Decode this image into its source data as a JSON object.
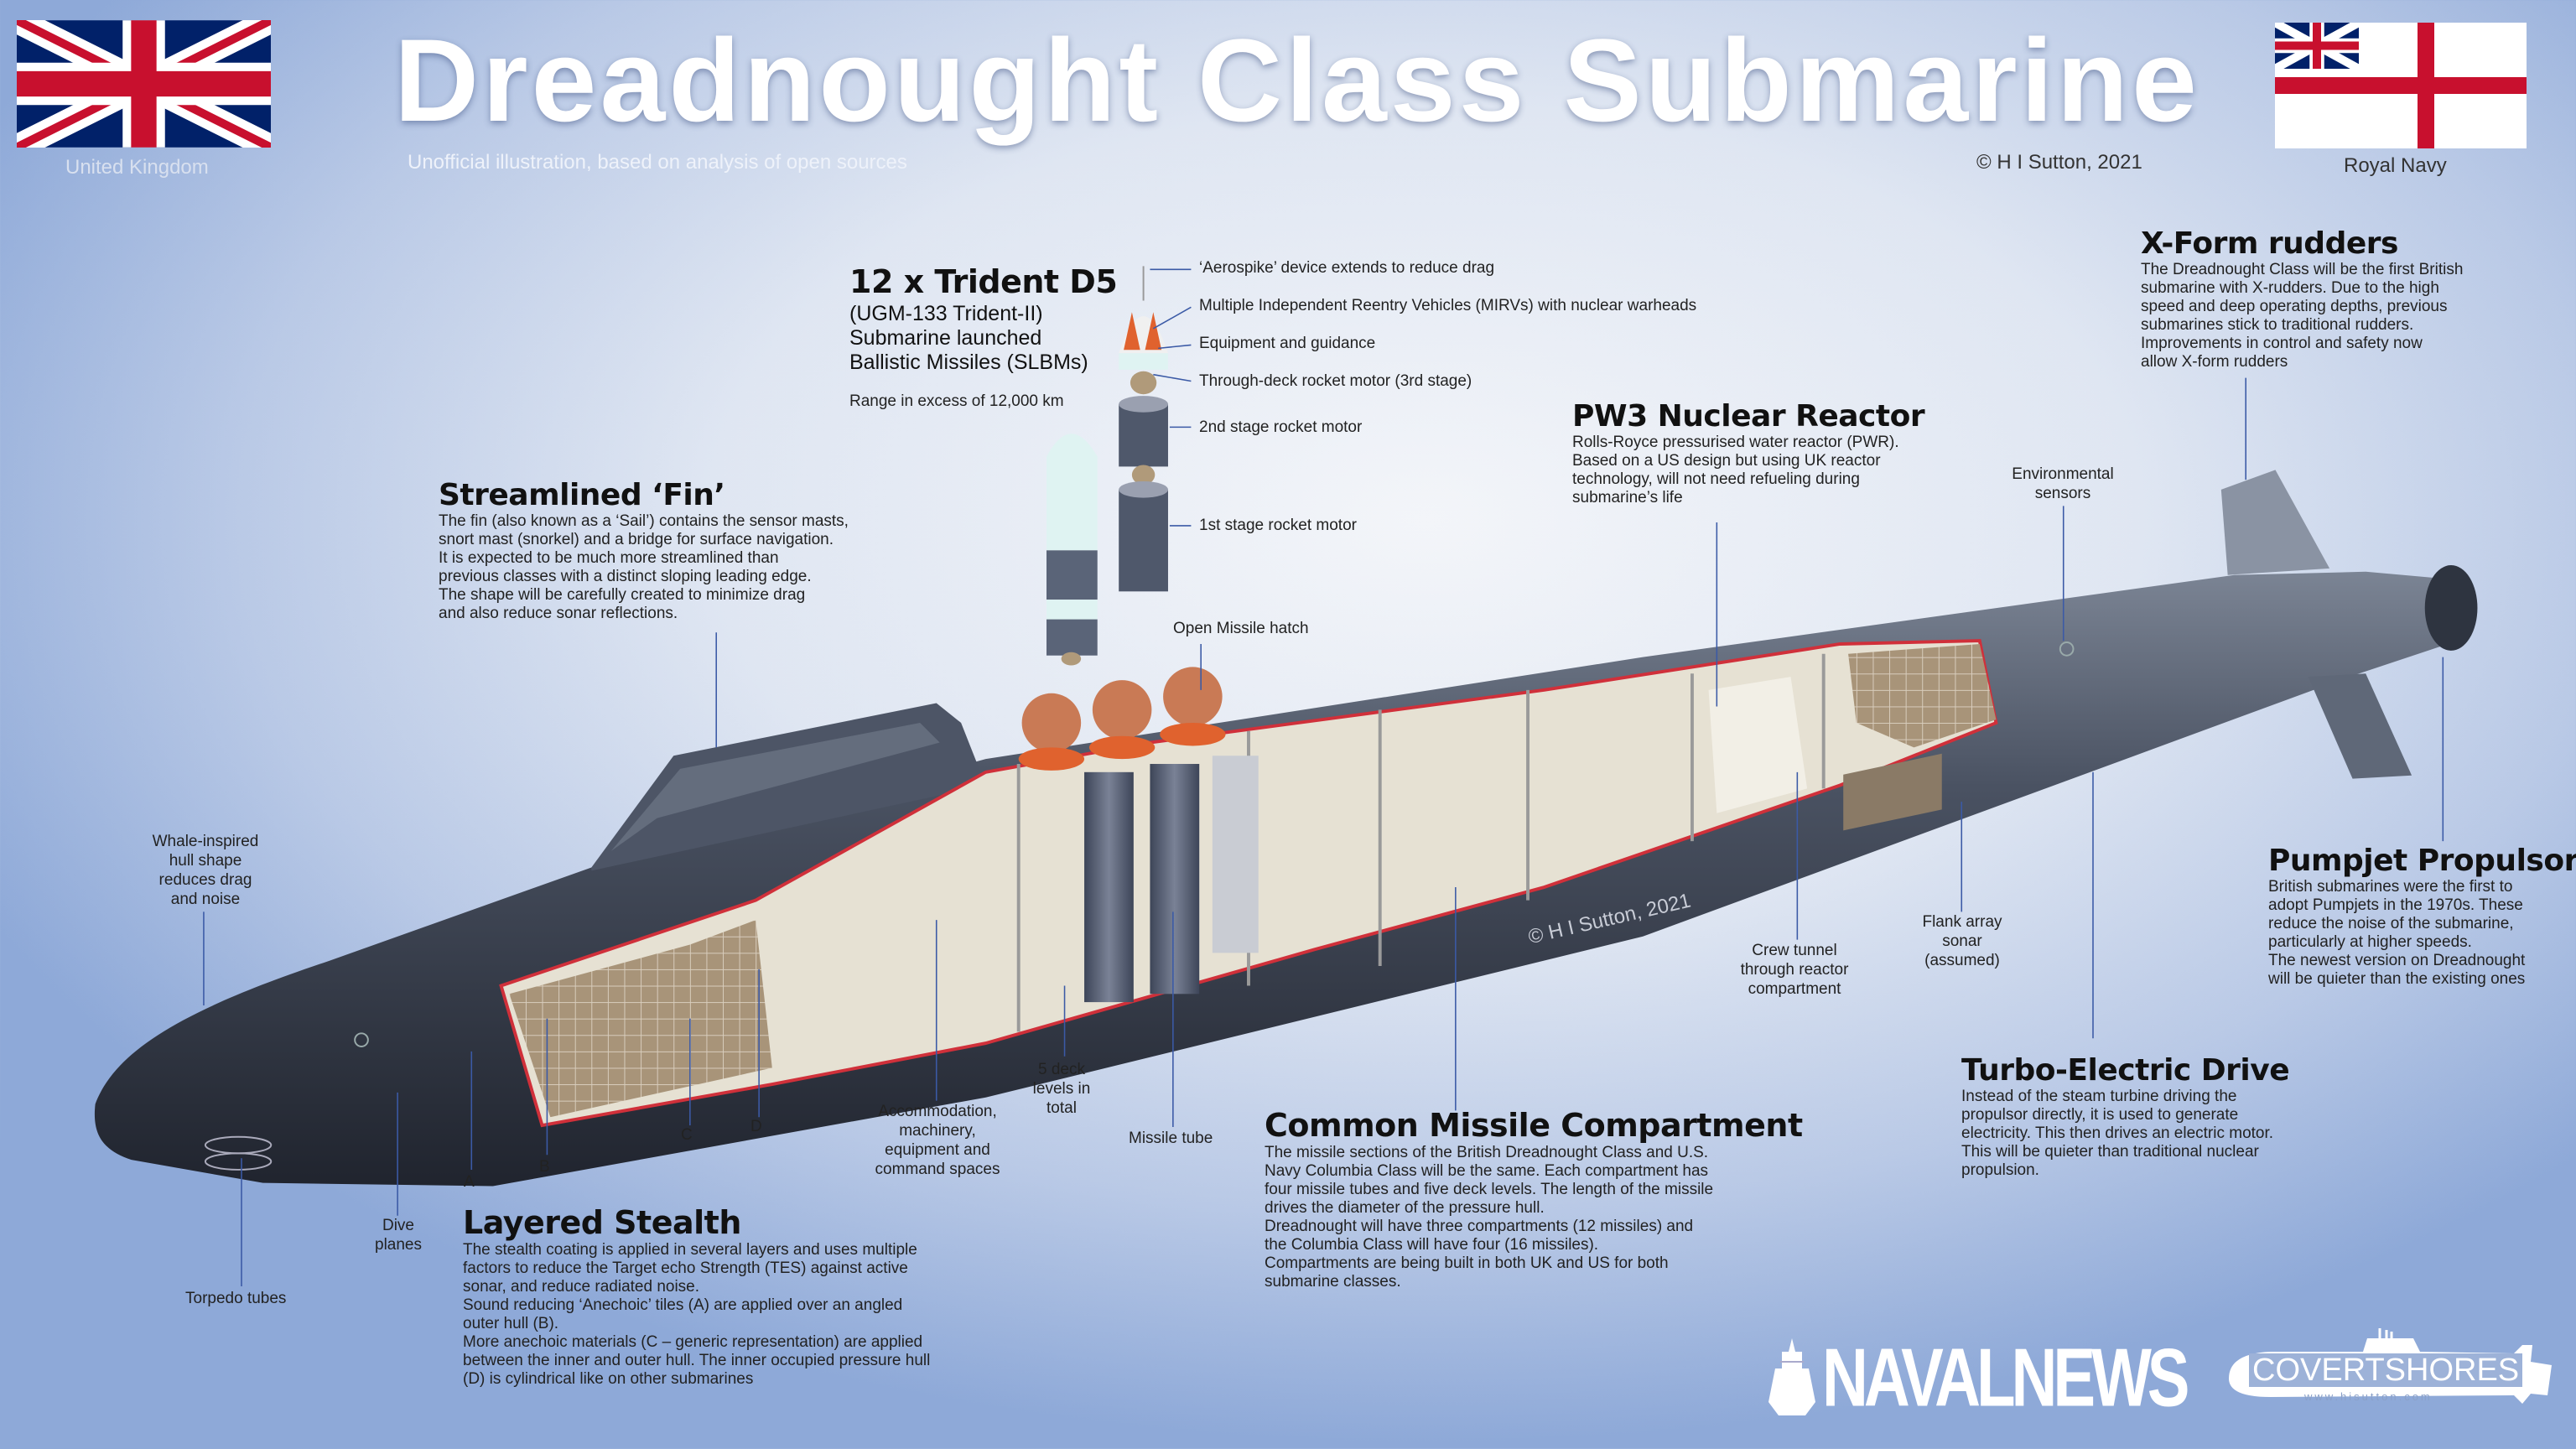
{
  "header": {
    "title": "Dreadnought Class Submarine",
    "subtitle": "Unofficial illustration, based on analysis of open sources",
    "copyright": "© H I Sutton, 2021"
  },
  "flags": {
    "left_caption": "United Kingdom",
    "right_caption": "Royal Navy"
  },
  "trident": {
    "heading": "12 x Trident D5",
    "lines": [
      "(UGM-133 Trident-II)",
      "Submarine launched",
      "Ballistic Missiles (SLBMs)"
    ],
    "range": "Range in excess of 12,000 km",
    "parts": [
      "‘Aerospike’ device extends to reduce drag",
      "Multiple Independent Reentry Vehicles (MIRVs) with nuclear warheads",
      "Equipment and guidance",
      "Through-deck rocket motor (3rd stage)",
      "2nd stage rocket motor",
      "1st stage rocket motor"
    ]
  },
  "fin": {
    "heading": "Streamlined ‘Fin’",
    "lines": [
      "The fin (also known as a ‘Sail’) contains the sensor masts,",
      "snort mast (snorkel) and a bridge for surface navigation.",
      "It is expected to be much more streamlined than",
      "previous classes with a distinct sloping leading edge.",
      "The shape will be carefully created to minimize drag",
      "and also reduce sonar reflections."
    ]
  },
  "reactor": {
    "heading": "PW3 Nuclear Reactor",
    "lines": [
      "Rolls-Royce pressurised water reactor (PWR).",
      "Based on a US design but using UK reactor",
      "technology, will not need refueling during",
      "submarine’s life"
    ]
  },
  "rudders": {
    "heading": "X-Form rudders",
    "lines": [
      "The Dreadnought Class will be the first British",
      "submarine with X-rudders. Due to the high",
      "speed and deep operating depths, previous",
      "submarines stick to traditional rudders.",
      "Improvements in control and safety now",
      "allow X-form rudders"
    ]
  },
  "pumpjet": {
    "heading": "Pumpjet Propulsor",
    "lines": [
      "British submarines were the first to",
      "adopt Pumpjets in the 1970s. These",
      "reduce the noise of the submarine,",
      "particularly at higher speeds.",
      "The newest version on Dreadnought",
      "will be quieter than the existing ones"
    ]
  },
  "turbo": {
    "heading": "Turbo-Electric Drive",
    "lines": [
      "Instead of the steam turbine driving the",
      "propulsor directly, it is used to generate",
      "electricity. This then drives an electric motor.",
      "This will be quieter than traditional nuclear",
      "propulsion."
    ]
  },
  "cmc": {
    "heading": "Common Missile Compartment",
    "lines": [
      "The missile sections of the British Dreadnought Class and U.S.",
      "Navy Columbia Class will be the same. Each compartment has",
      "four missile tubes and five deck levels. The length of the missile",
      "drives the diameter of the pressure hull.",
      "Dreadnought will have three compartments (12 missiles) and",
      "the Columbia Class will have four (16 missiles).",
      "Compartments are being built in both UK and US for both",
      "submarine classes."
    ]
  },
  "stealth": {
    "heading": "Layered Stealth",
    "lines": [
      "The stealth coating is applied in several layers and uses multiple",
      "factors to reduce the Target echo Strength (TES) against active",
      "sonar, and reduce radiated noise.",
      "Sound reducing ‘Anechoic’ tiles (A) are applied over an angled",
      "outer hull (B).",
      "More anechoic materials (C – generic representation) are applied",
      "between the inner and outer hull. The inner occupied pressure hull",
      "(D) is cylindrical like on other submarines"
    ]
  },
  "labels": {
    "hatch": "Open Missile hatch",
    "env": [
      "Environmental",
      "sensors"
    ],
    "whale": [
      "Whale-inspired",
      "hull shape",
      "reduces drag",
      "and noise"
    ],
    "crew": [
      "Crew tunnel",
      "through reactor",
      "compartment"
    ],
    "flank": [
      "Flank array",
      "sonar",
      "(assumed)"
    ],
    "accom": [
      "Accommodation,",
      "machinery,",
      "equipment and",
      "command spaces"
    ],
    "decks": [
      "5 deck",
      "levels in",
      "total"
    ],
    "tube": "Missile tube",
    "dive": [
      "Dive",
      "planes"
    ],
    "torpedo": "Torpedo tubes",
    "a": "A",
    "b": "B",
    "c": "C",
    "d": "D",
    "hull_credit": "© H I Sutton, 2021"
  },
  "logos": {
    "navalnews": "NAVALNEWS",
    "covertshores": "COVERTSHORES",
    "covertshores_url": "www.hisutton.com"
  },
  "colors": {
    "hull": "#3b4352",
    "cutaway_outline": "#d0303a",
    "interior": "#e9e4d6",
    "tiles": "#a38f78",
    "leader": "#3b5aa6",
    "warhead": "#e0622e"
  }
}
